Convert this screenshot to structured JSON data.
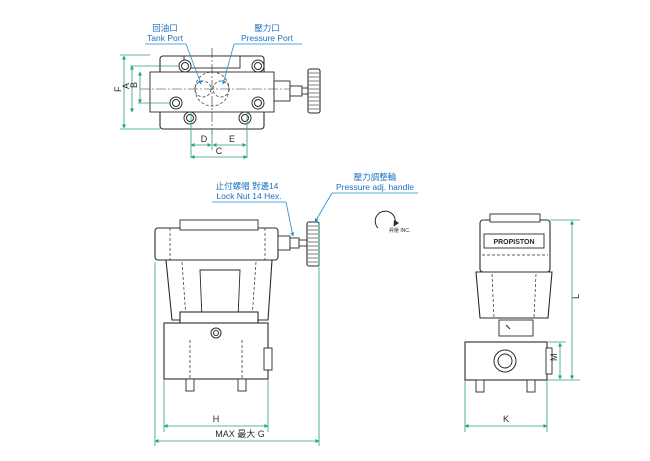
{
  "callouts": {
    "tank_port_cn": "回油口",
    "tank_port_en": "Tank Port",
    "pressure_port_cn": "壓力口",
    "pressure_port_en": "Pressure Port",
    "lock_nut_cn": "止付螺帽 對邊14",
    "lock_nut_en": "Lock Nut 14 Hex.",
    "pressure_handle_cn": "壓力調整輪",
    "pressure_handle_en": "Pressure adj. handle",
    "rotation_label": "昇壓 INC."
  },
  "dimensions": {
    "A": "A",
    "B": "B",
    "C": "C",
    "D": "D",
    "E": "E",
    "F": "F",
    "H": "H",
    "K": "K",
    "L": "L",
    "M": "M",
    "max_g": "MAX 最大 G"
  },
  "nameplate": "PROPISTON",
  "colors": {
    "dimension_lines": "#2aa36b",
    "callout_text": "#1d6fc2",
    "outline": "#2b2b2b"
  }
}
